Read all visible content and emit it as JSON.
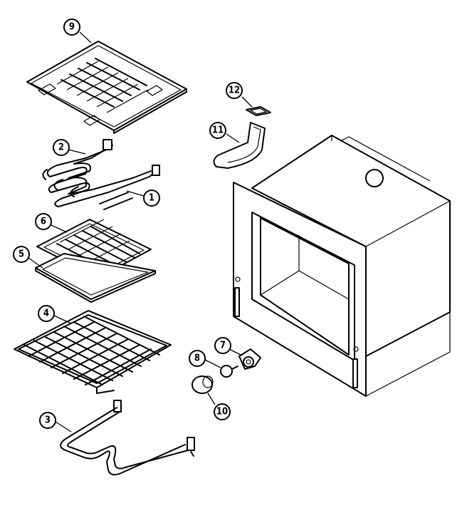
{
  "callouts": [
    {
      "id": "1",
      "label": "1",
      "part": "bake-element"
    },
    {
      "id": "2",
      "label": "2",
      "part": "broil-element"
    },
    {
      "id": "3",
      "label": "3",
      "part": "bake-element-lower"
    },
    {
      "id": "4",
      "label": "4",
      "part": "oven-rack"
    },
    {
      "id": "5",
      "label": "5",
      "part": "broiler-pan"
    },
    {
      "id": "6",
      "label": "6",
      "part": "broiler-pan-insert"
    },
    {
      "id": "7",
      "label": "7",
      "part": "lamp-receptacle"
    },
    {
      "id": "8",
      "label": "8",
      "part": "light-bulb"
    },
    {
      "id": "9",
      "label": "9",
      "part": "heat-shield"
    },
    {
      "id": "10",
      "label": "10",
      "part": "lamp-cover"
    },
    {
      "id": "11",
      "label": "11",
      "part": "vent-duct"
    },
    {
      "id": "12",
      "label": "12",
      "part": "vent-gasket"
    }
  ]
}
